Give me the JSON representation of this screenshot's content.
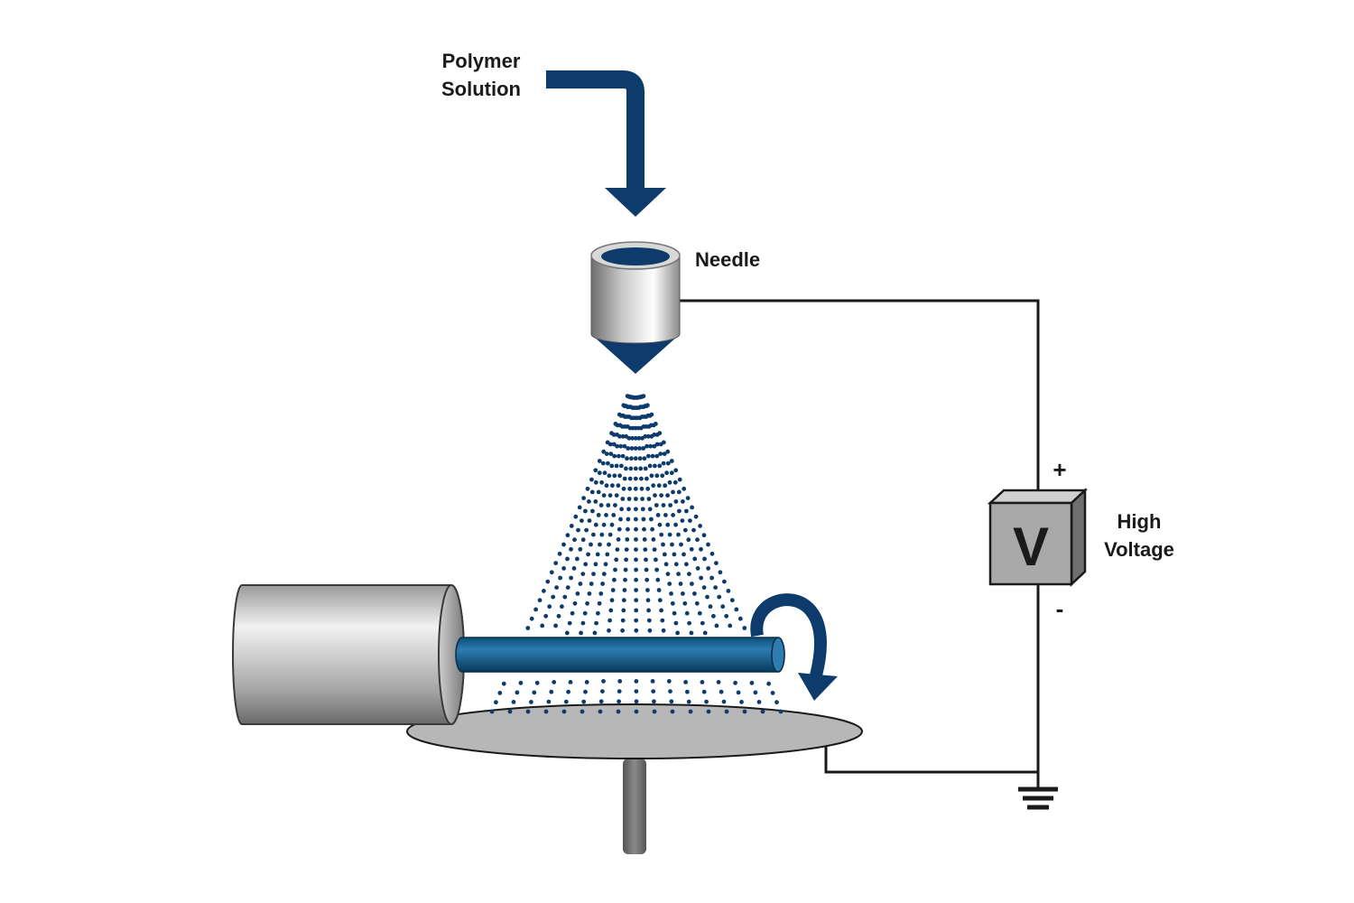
{
  "labels": {
    "polymer_line1": "Polymer",
    "polymer_line2": "Solution",
    "needle": "Needle",
    "voltage_symbol": "V",
    "high_line1": "High",
    "high_line2": "Voltage",
    "plus": "+",
    "minus": "-"
  },
  "colors": {
    "navy": "#0d3b6b",
    "rod_blue": "#0e5a87",
    "grey_metal": "#a9a9a9",
    "platform": "#b7b7b7",
    "wire": "#1a1a1a"
  },
  "icons": {
    "feed_arrow": "down-arrow-icon",
    "rotation": "rotation-arrow-icon",
    "ground": "ground-icon"
  }
}
